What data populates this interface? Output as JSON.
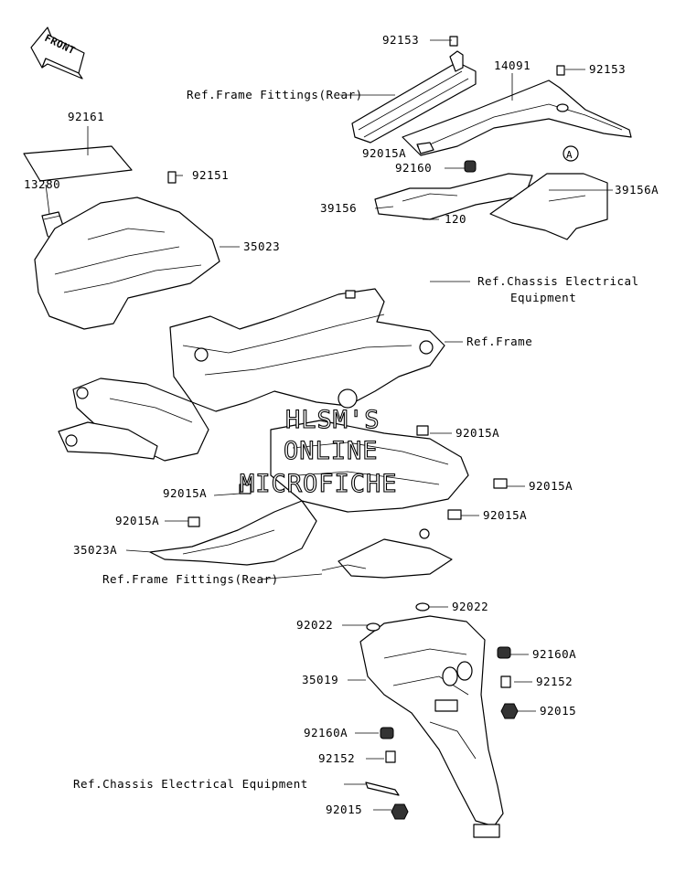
{
  "front_label": "FRONT",
  "watermark": [
    "HLSM'S",
    "ONLINE",
    "MICROFICHE"
  ],
  "circle_ref": "A",
  "callouts": {
    "p92153_top": "92153",
    "p14091": "14091",
    "p92153_right": "92153",
    "ref_frame_fittings_rear_top": "Ref.Frame Fittings(Rear)",
    "p92015A_upper": "92015A",
    "p92160": "92160",
    "p39156": "39156",
    "p39156A": "39156A",
    "p92161": "92161",
    "p13280": "13280",
    "p92151": "92151",
    "p35023": "35023",
    "p120": "120",
    "ref_chassis_elec_1": "Ref.Chassis Electrical",
    "ref_chassis_elec_2": "Equipment",
    "ref_frame": "Ref.Frame",
    "p92015A_mid": "92015A",
    "p92015A_right": "92015A",
    "p92015A_left": "92015A",
    "p92015A_low": "92015A",
    "p92015A_left2": "92015A",
    "p35023A": "35023A",
    "ref_frame_fittings_rear_bottom": "Ref.Frame Fittings(Rear)",
    "p92022_right": "92022",
    "p92022_left": "92022",
    "p92160A_right": "92160A",
    "p35019": "35019",
    "p92152_right": "92152",
    "p92015_right": "92015",
    "p92160A_left": "92160A",
    "p92152_left": "92152",
    "ref_chassis_elec_full": "Ref.Chassis Electrical Equipment",
    "p92015_bottom": "92015"
  }
}
